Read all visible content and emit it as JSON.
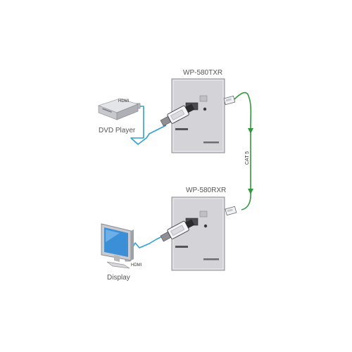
{
  "devices": {
    "transmitter": {
      "model": "WP-580TXR"
    },
    "receiver": {
      "model": "WP-580RXR"
    },
    "source": {
      "name": "DVD Player",
      "port": "HDMI"
    },
    "sink": {
      "name": "Display",
      "port": "HDMI"
    }
  },
  "cables": {
    "link": {
      "label": "CAT 5"
    }
  },
  "colors": {
    "hdmi_cable": "#2fa0d6",
    "cat5_cable": "#2e9a3a",
    "plate": "#d4d4d8",
    "plate_edge": "#8d8d93"
  }
}
